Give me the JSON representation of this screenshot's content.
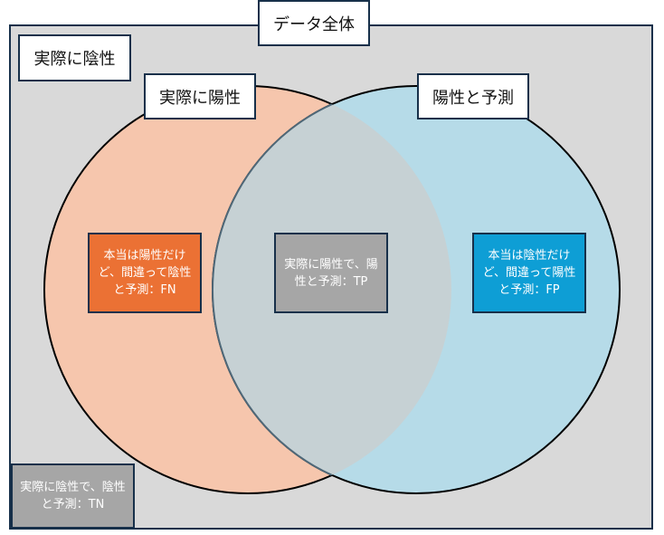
{
  "title": "データ全体",
  "labels": {
    "actual_negative": "実際に陰性",
    "actual_positive": "実際に陽性",
    "predicted_positive": "陽性と予測"
  },
  "cells": {
    "fn": "本当は陽性だけど、間違って陰性と予測：FN",
    "tp": "実際に陽性で、陽性と予測：TP",
    "fp": "本当は陰性だけど、間違って陽性と予測：FP",
    "tn": "実際に陰性で、陰性と予測：TN"
  },
  "colors": {
    "background": "#d9d9d9",
    "actual_positive_circle": "#f6c6ad",
    "predicted_positive_circle": "#b6dbe8",
    "overlap": "#c6d1d4",
    "fn": "#eb7134",
    "tp": "#a6a6a6",
    "fp": "#0e9ed5",
    "tn": "#a6a6a6",
    "border": "#17304a"
  }
}
